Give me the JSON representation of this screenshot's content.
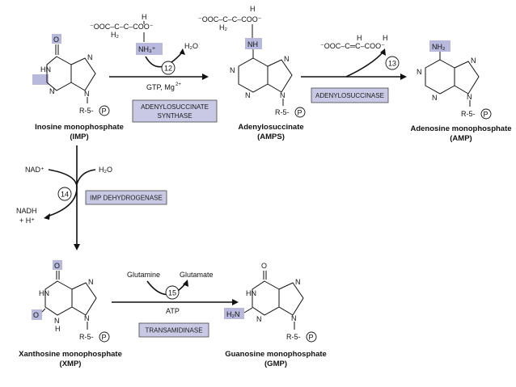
{
  "compounds": {
    "imp": {
      "name": "Inosine monophosphate",
      "abbr": "(IMP)"
    },
    "amps": {
      "name": "Adenylosuccinate",
      "abbr": "(AMPS)"
    },
    "amp": {
      "name": "Adenosine monophosphate",
      "abbr": "(AMP)"
    },
    "xmp": {
      "name": "Xanthosine monophosphate",
      "abbr": "(XMP)"
    },
    "gmp": {
      "name": "Guanosine monophosphate",
      "abbr": "(GMP)"
    }
  },
  "enzymes": {
    "e12": "ADENYLOSUCCINATE SYNTHASE",
    "e13": "ADENYLOSUCCINASE",
    "e14": "IMP DEHYDROGENASE",
    "e15": "TRANSAMIDINASE"
  },
  "step_numbers": {
    "s12": "12",
    "s13": "13",
    "s14": "14",
    "s15": "15"
  },
  "cofactors": {
    "gtp": "GTP, Mg",
    "gtp_sup": "2+",
    "h2o": "H",
    "h2o_tail": "O",
    "nad": "NAD",
    "nadh": "NADH",
    "nadh_h": "+ H",
    "atp": "ATP",
    "glutamine": "Glutamine",
    "glutamate": "Glutamate"
  },
  "atoms": {
    "O": "O",
    "N": "N",
    "HN": "HN",
    "H": "H",
    "NH": "NH",
    "NH2": "NH",
    "H2N": "H",
    "ribose": "R-5-",
    "P": "P",
    "coo": "COO",
    "ooc": "OOC",
    "CH": "C–H",
    "CH2": "C–C–",
    "NH3": "NH",
    "minus": "−",
    "plus": "+"
  }
}
